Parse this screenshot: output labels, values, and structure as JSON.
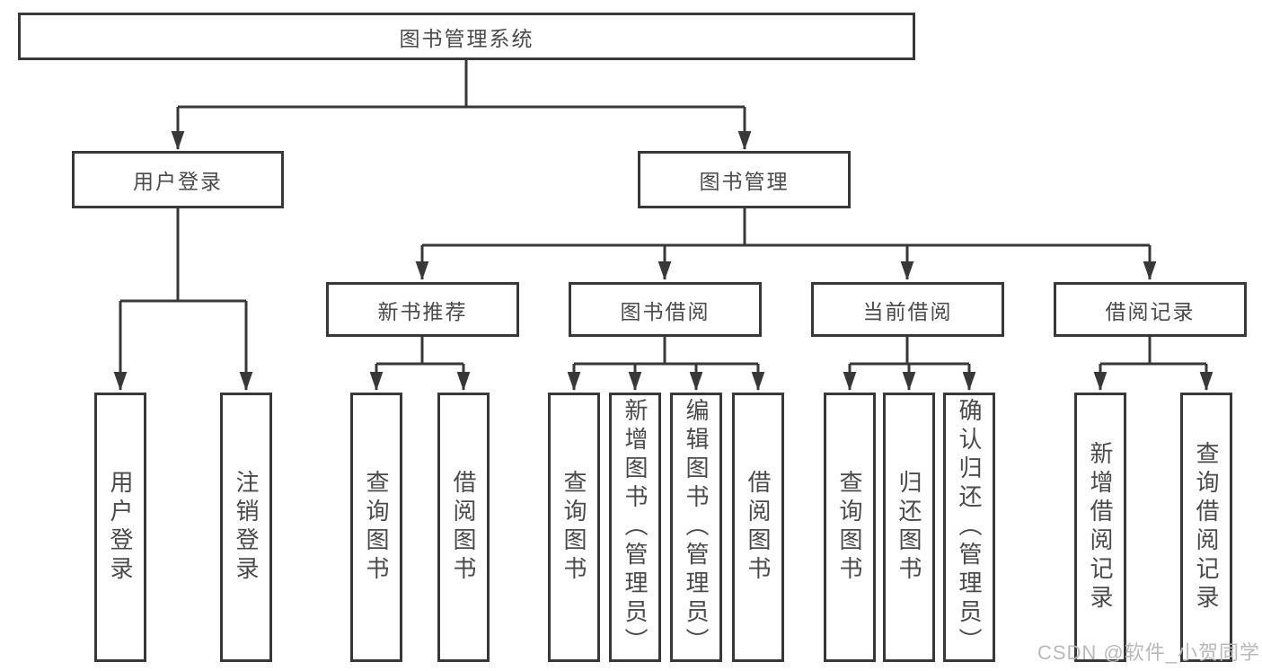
{
  "diagram": {
    "root": {
      "label": "图书管理系统",
      "children": [
        {
          "label": "用户登录",
          "children": [
            {
              "label": "用户登录"
            },
            {
              "label": "注销登录"
            }
          ]
        },
        {
          "label": "图书管理",
          "children": [
            {
              "label": "新书推荐",
              "children": [
                {
                  "label": "查询图书"
                },
                {
                  "label": "借阅图书"
                }
              ]
            },
            {
              "label": "图书借阅",
              "children": [
                {
                  "label": "查询图书"
                },
                {
                  "label": "新增图书（管理员）"
                },
                {
                  "label": "编辑图书（管理员）"
                },
                {
                  "label": "借阅图书"
                }
              ]
            },
            {
              "label": "当前借阅",
              "children": [
                {
                  "label": "查询图书"
                },
                {
                  "label": "归还图书"
                },
                {
                  "label": "确认归还（管理员）"
                }
              ]
            },
            {
              "label": "借阅记录",
              "children": [
                {
                  "label": "新增借阅记录"
                },
                {
                  "label": "查询借阅记录"
                }
              ]
            }
          ]
        }
      ]
    }
  },
  "watermark": "CSDN @软件_小贺同学",
  "colors": {
    "line": "#383838",
    "box_border": "#383838",
    "text": "#4a4a4a",
    "watermark": "#b9b9b9",
    "background": "#ffffff"
  }
}
